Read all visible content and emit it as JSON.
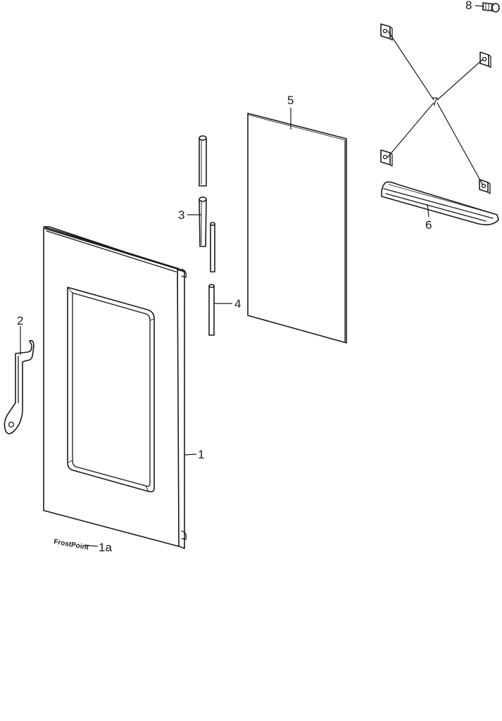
{
  "diagram": {
    "callouts": {
      "door": "1",
      "logo_badge": "1a",
      "door_latch": "2",
      "hinge_pin_long": "3",
      "hinge_pin_short": "4",
      "glass_panel": "5",
      "handle": "6",
      "mounting_brackets": "7",
      "screw": "8"
    },
    "logo_badge_text": "FrostPoint"
  }
}
